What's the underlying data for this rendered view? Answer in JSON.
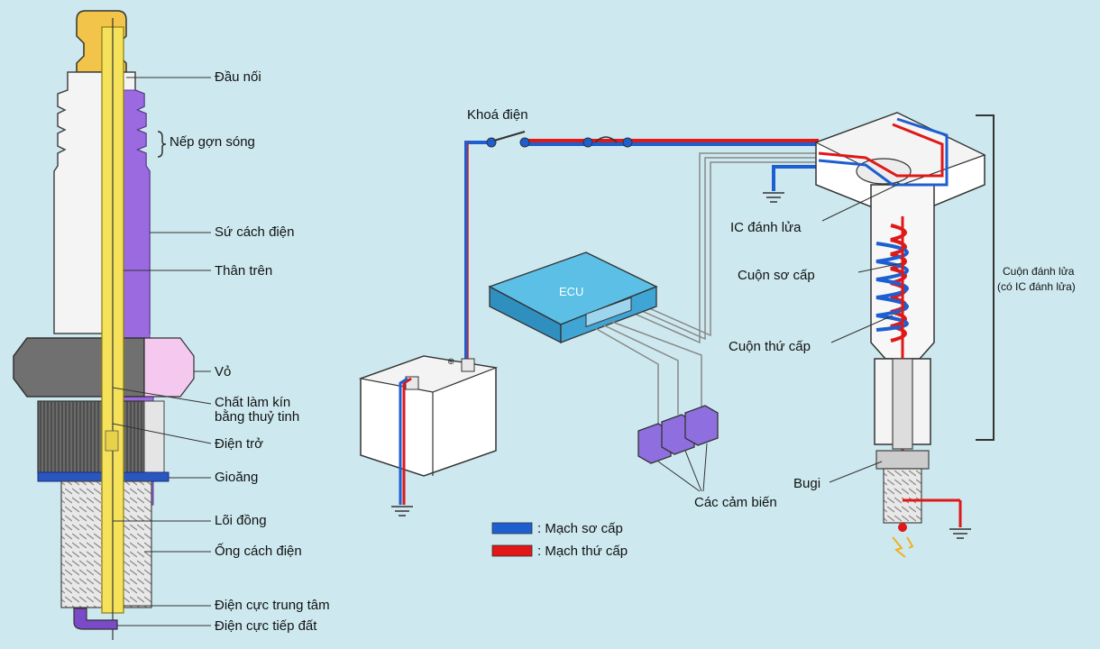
{
  "spark_plug_labels": {
    "dau_noi": "Đầu nối",
    "nep_gon_song": "Nếp gợn sóng",
    "su_cach_dien": "Sứ cách điện",
    "than_tren": "Thân trên",
    "vo": "Vỏ",
    "chat_lam_kin_1": "Chất làm kín",
    "chat_lam_kin_2": "bằng thuỷ tinh",
    "dien_tro": "Điện trở",
    "gioang": "Gioăng",
    "loi_dong": "Lõi đồng",
    "ong_cach_dien": "Ống cách điện",
    "dien_cuc_trung_tam": "Điện cực trung tâm",
    "dien_cuc_tiep_dat": "Điện cực tiếp đất"
  },
  "circuit_labels": {
    "khoa_dien": "Khoá điện",
    "ecu": "ECU",
    "ic_danh_lua": "IC đánh lửa",
    "cuon_so_cap": "Cuộn sơ cấp",
    "cuon_thu_cap": "Cuộn thứ cấp",
    "cuon_danh_lua_1": "Cuộn đánh lửa",
    "cuon_danh_lua_2": "(có IC đánh lửa)",
    "bugi": "Bugi",
    "cac_cam_bien": "Các cảm biến"
  },
  "legend": {
    "primary": ": Mạch sơ cấp",
    "secondary": ": Mạch thứ cấp"
  },
  "colors": {
    "background": "#cde9ef",
    "primary_circuit": "#1d5fd0",
    "secondary_circuit": "#e01818",
    "porcelain_core": "#f5e25a",
    "insulator_purple": "#9c6ae0",
    "sensor_purple": "#8f6fe0",
    "ecu_blue": "#5bbfe6"
  }
}
